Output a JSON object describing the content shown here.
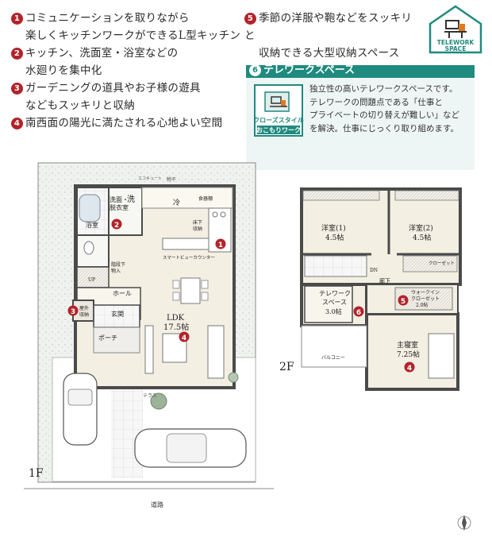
{
  "features": {
    "left": [
      {
        "num": "1",
        "line1": "コミュニケーションを取りながら",
        "line2": "楽しくキッチンワークができるL型キッチン"
      },
      {
        "num": "2",
        "line1": "キッチン、洗面室・浴室などの",
        "line2": "水廻りを集中化"
      },
      {
        "num": "3",
        "line1": "ガーデニングの道具やお子様の遊具",
        "line2": "などもスッキリと収納"
      },
      {
        "num": "4",
        "line1": "南西面の陽光に満たされる心地よい空間",
        "line2": ""
      }
    ],
    "right": {
      "num": "5",
      "line1": "季節の洋服や鞄などをスッキリと",
      "line2": "収納できる大型収納スペース"
    }
  },
  "badge": {
    "line1": "TELEWORK",
    "line2": "SPACE"
  },
  "telework": {
    "num": "6",
    "title": "テレワークスペース",
    "style_line1": "クローズスタイル",
    "style_line2": "おこもりワーク",
    "text1": "独立性の高いテレワークスペースです。",
    "text2": "テレワークの問題点である「仕事と",
    "text3": "プライベートの切り替えが難しい」など",
    "text4": "を解決。仕事にじっくり取り組めます。"
  },
  "floor1": {
    "label": "1F",
    "rooms": {
      "ldk": "LDK",
      "ldk_size": "17.5帖",
      "wash": "洗面・",
      "wash2": "脱衣室",
      "bath": "浴室",
      "hall": "ホール",
      "entrance": "玄関",
      "porch": "ポーチ",
      "outdoor_storage": "屋外",
      "outdoor_storage2": "収納",
      "under_stair": "階段下",
      "under_stair2": "物入",
      "counter": "スマートビューカウンター",
      "fridge": "冷",
      "food": "食器棚",
      "floor_storage": "床下",
      "floor_storage2": "収納",
      "up": "UP",
      "ecocute": "エコキュート",
      "road": "道路",
      "senmen": "洗",
      "wall_label": "物干",
      "terrace": "テラス"
    }
  },
  "floor2": {
    "label": "2F",
    "rooms": {
      "western1": "洋室(1)",
      "western1_size": "4.5帖",
      "western2": "洋室(2)",
      "western2_size": "4.5帖",
      "telework": "テレワーク",
      "telework2": "スペース",
      "telework_size": "3.0帖",
      "master": "主寝室",
      "master_size": "7.25帖",
      "walkin": "ウォークイン",
      "walkin2": "クローゼット",
      "walkin_size": "2.0帖",
      "closet": "クローゼット",
      "hall": "廊下",
      "balcony": "バルコニー",
      "dn": "DN"
    }
  },
  "markers": [
    "1",
    "2",
    "3",
    "4",
    "5",
    "6"
  ],
  "colors": {
    "accent": "#b3232a",
    "teal": "#1f8a7e",
    "wall": "#4a4a4a",
    "floor": "#f3efe3",
    "garden": "#e9ede8"
  }
}
